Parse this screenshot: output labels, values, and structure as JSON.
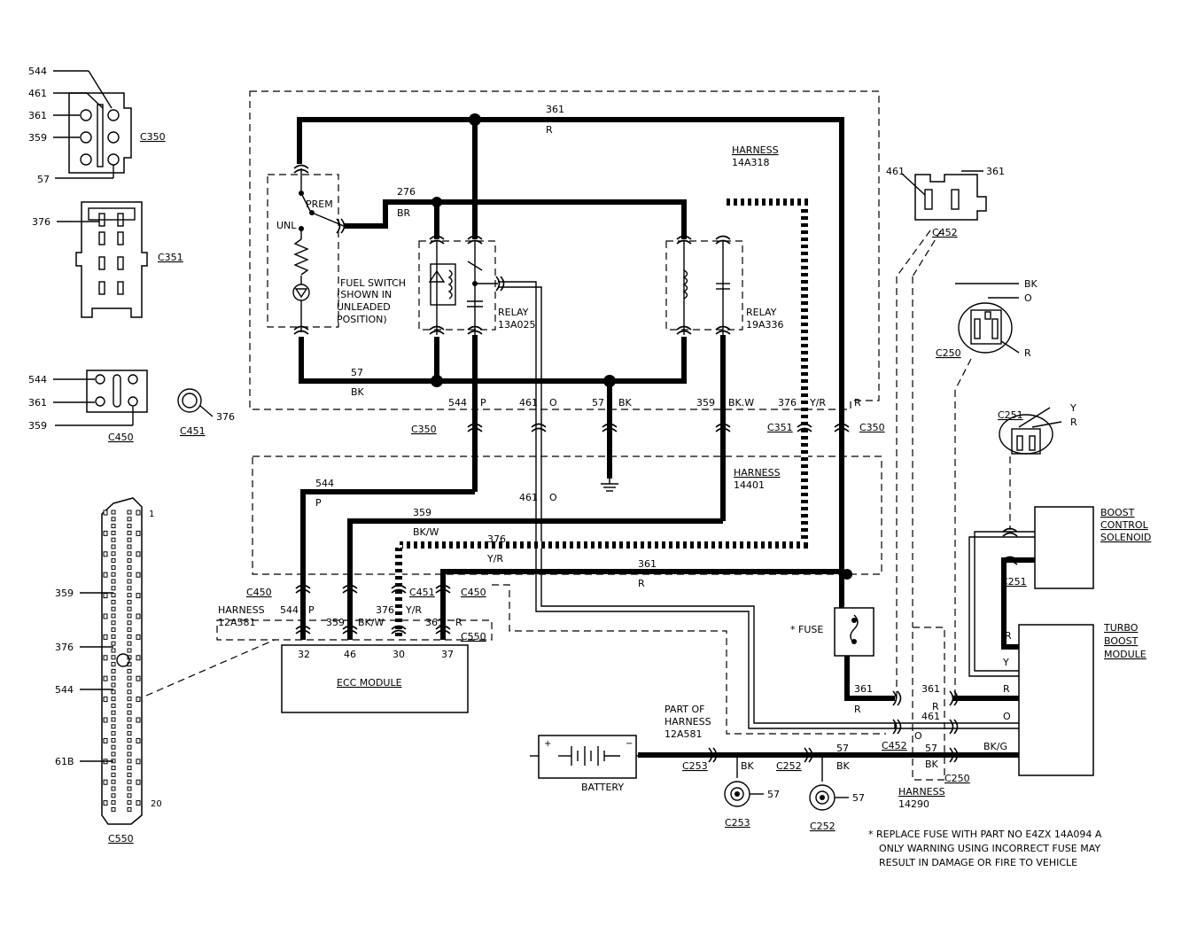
{
  "connectors": {
    "c350": "C350",
    "c351": "C351",
    "c450": "C450",
    "c451": "C451",
    "c452": "C452",
    "c250": "C250",
    "c251": "C251",
    "c253": "C253",
    "c252": "C252",
    "c550": "C550"
  },
  "pins": {
    "c350": [
      "544",
      "461",
      "361",
      "359",
      "57"
    ],
    "c351": "376",
    "c450": [
      "544",
      "361",
      "359"
    ],
    "c451": "376",
    "c452": [
      "461",
      "361"
    ],
    "c250": [
      "BK",
      "O",
      "R"
    ],
    "c251": [
      "Y",
      "R"
    ],
    "c550": [
      "1",
      "359",
      "376",
      "544",
      "61B",
      "20"
    ]
  },
  "harness": {
    "h14a318": [
      "HARNESS",
      "14A318"
    ],
    "h14401": [
      "HARNESS",
      "14401"
    ],
    "h12a581": [
      "HARNESS",
      "12A581"
    ],
    "h14290": [
      "HARNESS",
      "14290"
    ],
    "part_of": [
      "PART OF",
      "HARNESS",
      "12A581"
    ]
  },
  "switch": {
    "prem": "PREM",
    "unl": "UNL",
    "desc": [
      "FUEL SWITCH",
      "(SHOWN IN",
      "UNLEADED",
      "POSITION)"
    ]
  },
  "relays": {
    "r1": [
      "RELAY",
      "13A025"
    ],
    "r2": [
      "RELAY",
      "19A336"
    ]
  },
  "wires": {
    "w361": "361",
    "r": "R",
    "w276": "276",
    "br": "BR",
    "w57": "57",
    "bk": "BK",
    "w544": "544",
    "p": "P",
    "w461": "461",
    "o": "O",
    "w359": "359",
    "bkw": "BK.W",
    "bkw2": "BK/W",
    "w376": "376",
    "yr": "Y/R",
    "y": "Y",
    "bkg": "BK/G"
  },
  "ecc": {
    "title": "ECC MODULE",
    "pins": [
      "32",
      "46",
      "30",
      "37"
    ]
  },
  "components": {
    "fuse": "* FUSE",
    "battery": "BATTERY",
    "boost": [
      "BOOST",
      "CONTROL",
      "SOLENOID"
    ],
    "turbo": [
      "TURBO",
      "BOOST",
      "MODULE"
    ]
  },
  "footnote": [
    "* REPLACE FUSE WITH PART NO E4ZX 14A094 A",
    "ONLY  WARNING  USING INCORRECT FUSE MAY",
    "RESULT IN DAMAGE OR FIRE TO VEHICLE"
  ],
  "battery_signs": {
    "plus": "+",
    "minus": "−"
  }
}
